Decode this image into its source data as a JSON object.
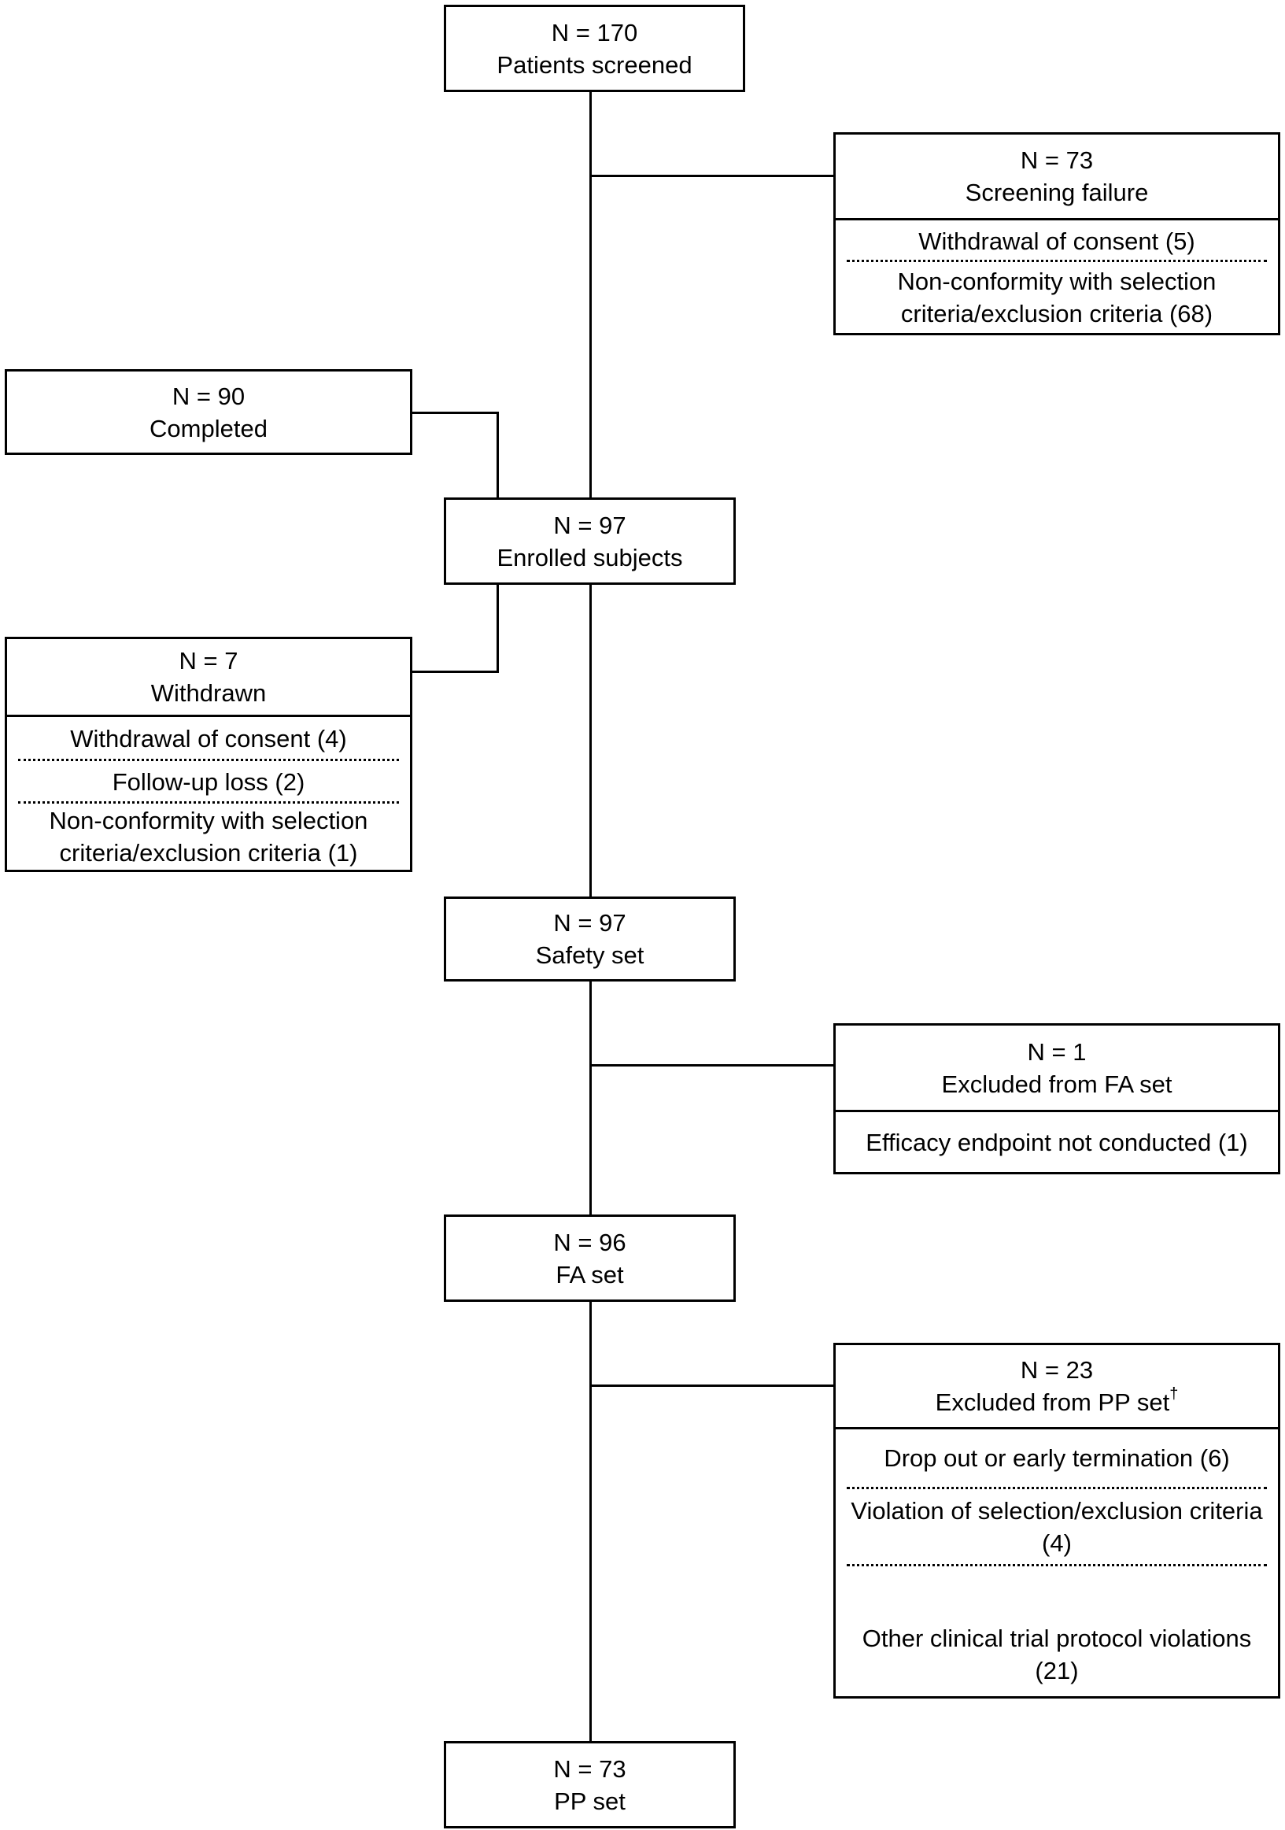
{
  "screened": {
    "n": "N = 170",
    "label": "Patients screened"
  },
  "screening_failure": {
    "n": "N = 73",
    "label": "Screening failure",
    "reasons": [
      "Withdrawal of consent (5)",
      "Non-conformity with selection criteria/exclusion criteria (68)"
    ]
  },
  "completed": {
    "n": "N = 90",
    "label": "Completed"
  },
  "enrolled": {
    "n": "N = 97",
    "label": "Enrolled subjects"
  },
  "withdrawn": {
    "n": "N = 7",
    "label": "Withdrawn",
    "reasons": [
      "Withdrawal of consent (4)",
      "Follow-up loss (2)",
      "Non-conformity with selection criteria/exclusion criteria (1)"
    ]
  },
  "safety_set": {
    "n": "N = 97",
    "label": "Safety set"
  },
  "excluded_fa": {
    "n": "N = 1",
    "label": "Excluded from FA set",
    "reasons": [
      "Efficacy endpoint not conducted (1)"
    ]
  },
  "fa_set": {
    "n": "N = 96",
    "label": "FA set"
  },
  "excluded_pp": {
    "n": "N = 23",
    "label": "Excluded from PP set",
    "footnote_mark": "†",
    "reasons": [
      "Drop out or early termination (6)",
      "Violation of selection/exclusion criteria (4)",
      "Other clinical trial protocol violations (21)"
    ]
  },
  "pp_set": {
    "n": "N = 73",
    "label": "PP set"
  }
}
